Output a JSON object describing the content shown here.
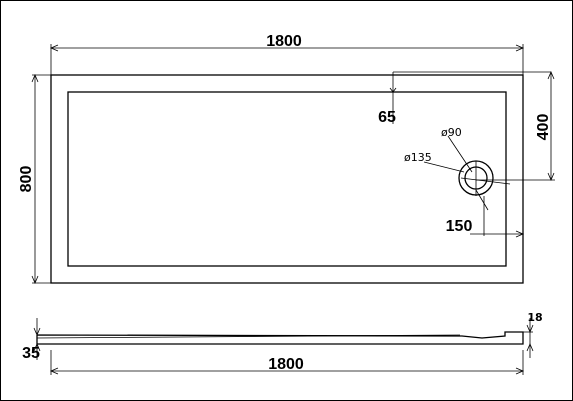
{
  "drawing": {
    "top_view": {
      "overall_length": "1800",
      "overall_width": "800",
      "drain_offset_top": "65",
      "drain_center_y": "400",
      "drain_diameter_inner": "ø90",
      "drain_diameter_outer": "ø135",
      "drain_offset_right": "150"
    },
    "side_view": {
      "length": "1800",
      "height": "35",
      "rim": "18"
    }
  }
}
